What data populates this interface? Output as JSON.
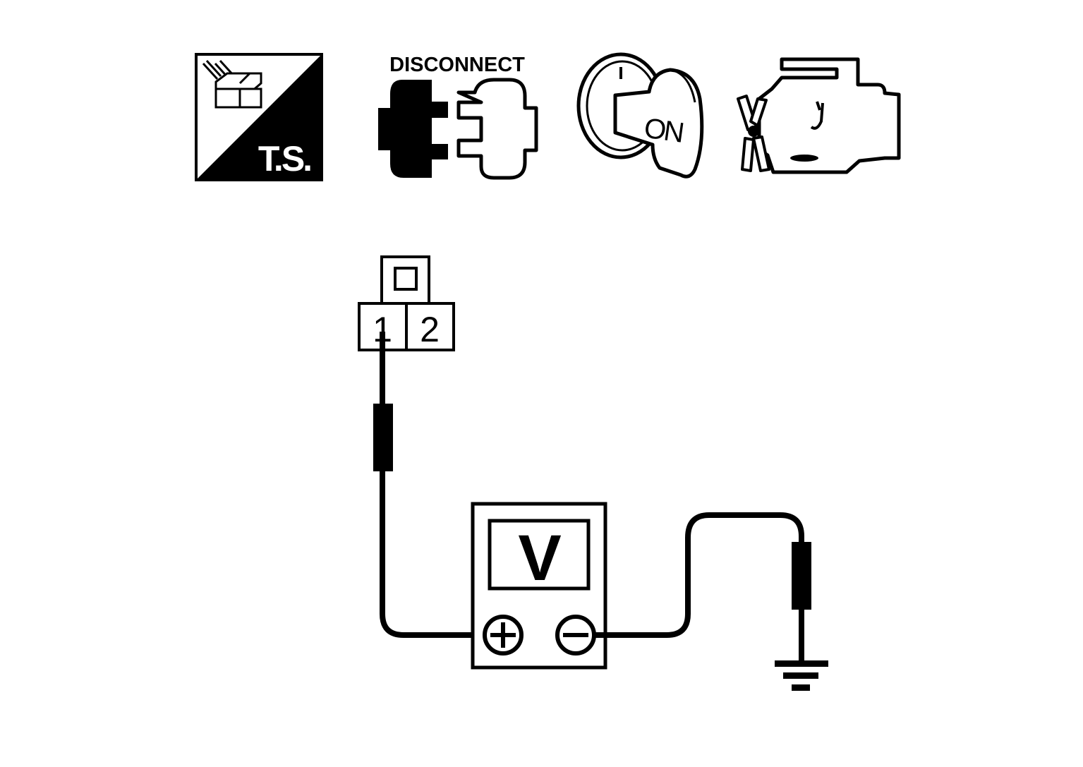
{
  "colors": {
    "ink": "#000000",
    "paper": "#ffffff"
  },
  "icons": {
    "ts": {
      "icon": "troubleshooting-icon",
      "label": "T.S."
    },
    "disconnect": {
      "icon": "disconnect-connector-icon",
      "label": "DISCONNECT"
    },
    "ignition": {
      "icon": "ignition-key-on-icon",
      "label": "ON"
    },
    "engine": {
      "icon": "engine-fan-icon"
    }
  },
  "connector": {
    "terminals": [
      "1",
      "2"
    ]
  },
  "meter": {
    "display": "V",
    "positive": "+",
    "negative": "−"
  },
  "ground": {
    "icon": "ground-symbol-icon"
  }
}
